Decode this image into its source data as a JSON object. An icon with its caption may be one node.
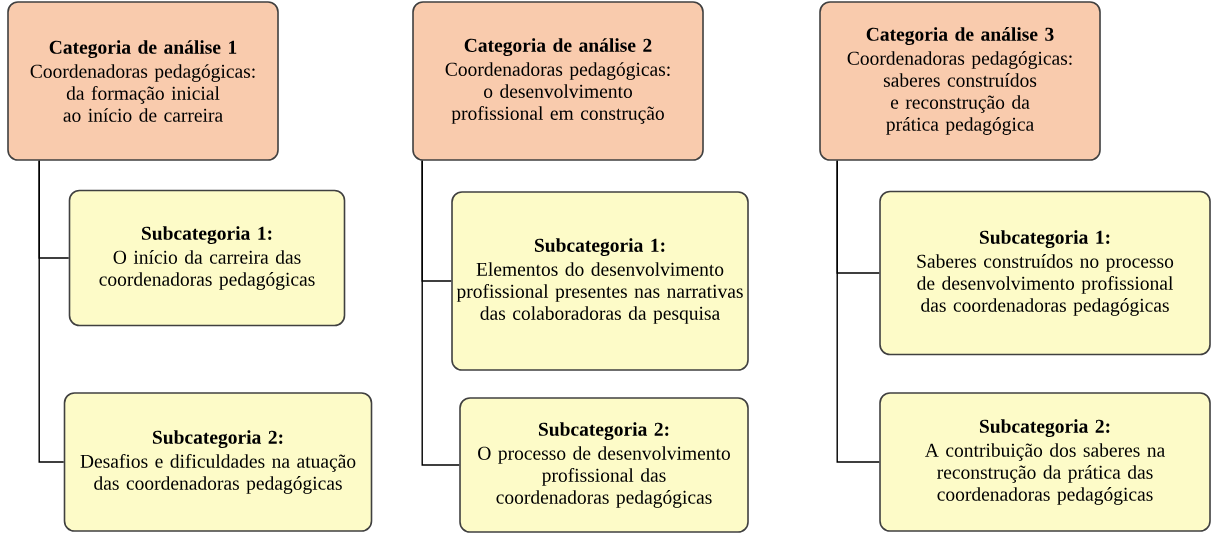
{
  "diagram": {
    "nodes": [
      {
        "text": [
          "Categoria de análise 1",
          "Coordenadoras pedagógicas: da formação inicial ao início de carreira"
        ]
      },
      {
        "text": [
          "Subcategoria 1:",
          "O início da carreira das coordenadoras pedagógicas"
        ]
      },
      {
        "text": [
          "Subcategoria 2:",
          "Desafios e dificuldades na atuação das coordenadoras pedagógicas"
        ]
      },
      {
        "text": [
          "Categoria de análise 2",
          "Coordenadoras pedagógicas: o desenvolvimento profissional em construção"
        ]
      },
      {
        "text": [
          "Subcategoria 1:",
          "Elementos do desenvolvimento profissional presentes nas narrativas das colaboradoras da pesquisa"
        ]
      },
      {
        "text": [
          "Subcategoria 2:",
          "O processo de desenvolvimento profissional das coordenadoras pedagógicas"
        ]
      },
      {
        "text": [
          "Categoria de análise 3",
          "Coordenadoras pedagógicas: saberes construídos e reconstrução da prática pedagógica"
        ]
      },
      {
        "text": [
          "Subcategoria 1:",
          "Saberes construídos no processo de desenvolvimento profissional das coordenadoras pedagógicas"
        ]
      },
      {
        "text": [
          "Subcategoria 2:",
          "A contribuição dos saberes na reconstrução da prática das coordenadoras pedagógicas"
        ]
      }
    ],
    "edges": [
      {
        "from": 0,
        "to": 1,
        "arrow": "none"
      },
      {
        "from": 0,
        "to": 2,
        "arrow": "none"
      },
      {
        "from": 3,
        "to": 4,
        "arrow": "none"
      },
      {
        "from": 3,
        "to": 5,
        "arrow": "none"
      },
      {
        "from": 6,
        "to": 7,
        "arrow": "none"
      },
      {
        "from": 6,
        "to": 8,
        "arrow": "none"
      }
    ]
  }
}
